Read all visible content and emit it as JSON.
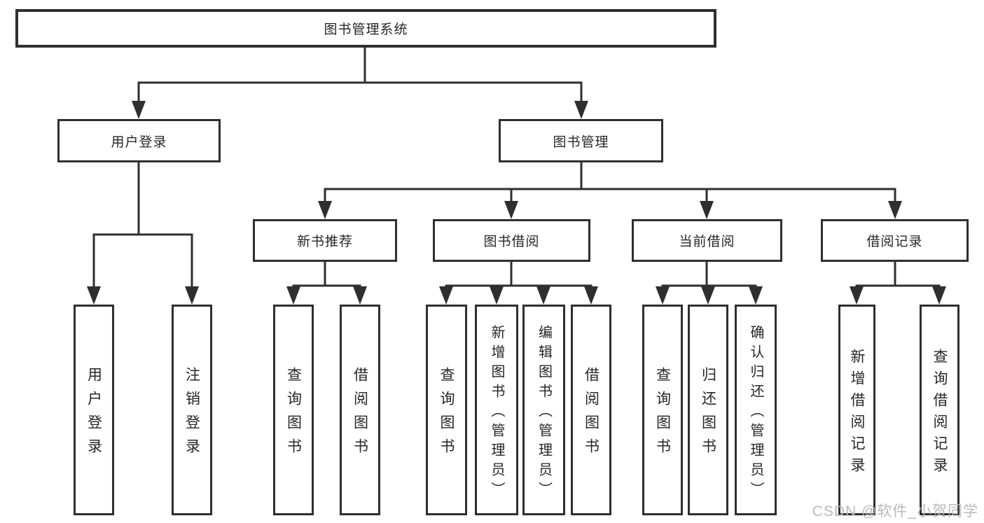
{
  "diagram": {
    "root": {
      "label": "图书管理系统"
    },
    "branches": {
      "user_login": {
        "label": "用户登录"
      },
      "book_mgmt": {
        "label": "图书管理"
      }
    },
    "modules": {
      "new_book": {
        "label": "新书推荐"
      },
      "book_borrow": {
        "label": "图书借阅"
      },
      "current_borrow": {
        "label": "当前借阅"
      },
      "borrow_record": {
        "label": "借阅记录"
      }
    },
    "leaves": {
      "user_login_leaf": {
        "label": "用户登录"
      },
      "logout": {
        "label": "注销登录"
      },
      "nb_query": {
        "label": "查询图书"
      },
      "nb_borrow": {
        "label": "借阅图书"
      },
      "bb_query": {
        "label": "查询图书"
      },
      "bb_add": {
        "label": "新增图书（管理员）"
      },
      "bb_edit": {
        "label": "编辑图书（管理员）"
      },
      "bb_borrow": {
        "label": "借阅图书"
      },
      "cb_query": {
        "label": "查询图书"
      },
      "cb_return": {
        "label": "归还图书"
      },
      "cb_confirm": {
        "label": "确认归还（管理员）"
      },
      "br_add": {
        "label": "新增借阅记录"
      },
      "br_query": {
        "label": "查询借阅记录"
      }
    }
  },
  "watermark": {
    "text": "CSDN @软件_小贺同学"
  },
  "colors": {
    "line": "#2f2f2f",
    "text": "#262626",
    "watermark": "#b6bac0",
    "background": "#ffffff"
  }
}
